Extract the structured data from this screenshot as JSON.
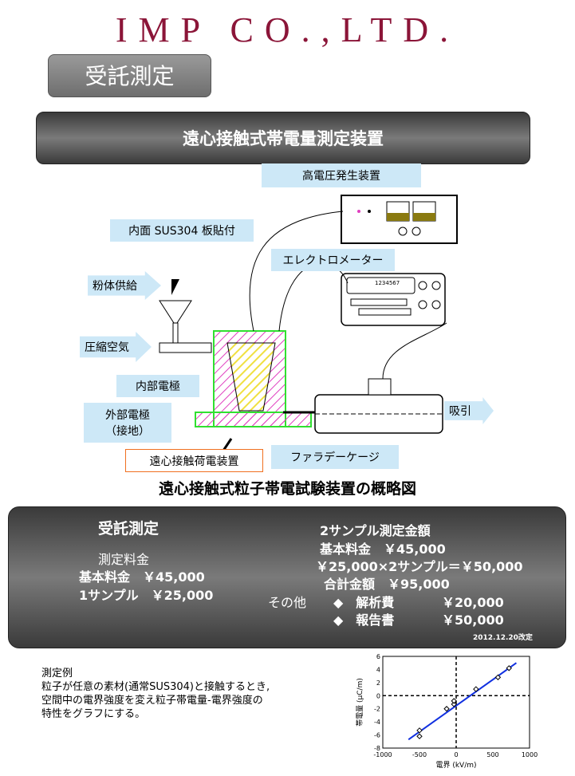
{
  "header": {
    "company": "IMP CO.,LTD.",
    "section_badge": "受託測定"
  },
  "banner": {
    "title": "遠心接触式帯電量測定装置"
  },
  "diagram": {
    "labels": {
      "hv": "高電圧発生装置",
      "inner_plate": "内面 SUS304 板貼付",
      "electrometer": "エレクトロメーター",
      "powder": "粉体供給",
      "air": "圧縮空気",
      "inner_electrode": "内部電極",
      "outer_electrode": "外部電極",
      "outer_electrode_sub": "（接地）",
      "charger": "遠心接触荷電装置",
      "faraday": "ファラデーケージ",
      "suction": "吸引"
    },
    "electrometer_display": "1234567",
    "colors": {
      "label_bg": "#cde8f7",
      "hatch": "#e040c0",
      "cone": "#f0e040",
      "highlight": "#30e030"
    }
  },
  "caption": "遠心接触式粒子帯電試験装置の概略図",
  "pricing": {
    "title": "受託測定",
    "fee_heading": "測定料金",
    "basic_fee": "基本料金　￥45,000",
    "per_sample": "1サンプル　￥25,000",
    "two_sample_heading": "2サンプル測定金額",
    "two_basic": "基本料金　￥45,000",
    "two_calc": "￥25,000×2サンプル＝￥50,000",
    "two_total": "合計金額　￥95,000",
    "other_label": "その他",
    "others": [
      {
        "name": "◆　解析費",
        "price": "￥20,000"
      },
      {
        "name": "◆　報告書",
        "price": "￥50,000"
      }
    ],
    "revised": "2012.12.20改定"
  },
  "example": {
    "lines": [
      "測定例",
      "粒子が任意の素材(通常SUS304)と接触するとき,",
      "空間中の電界強度を変え粒子帯電量-電界強度の",
      "特性をグラフにする。"
    ]
  },
  "chart_data": {
    "type": "scatter",
    "xlabel": "電界 (kV/m)",
    "ylabel": "帯電量 (μC/m)",
    "xlim": [
      -1000,
      1000
    ],
    "ylim": [
      -8,
      6
    ],
    "xticks": [
      -1000,
      -500,
      0,
      500,
      1000
    ],
    "yticks": [
      -8,
      -6,
      -4,
      -2,
      0,
      2,
      4,
      6
    ],
    "points": [
      [
        -500,
        -5.3
      ],
      [
        -500,
        -6.2
      ],
      [
        -130,
        -2
      ],
      [
        -30,
        -1.3
      ],
      [
        -30,
        -0.8
      ],
      [
        270,
        1
      ],
      [
        570,
        2.8
      ],
      [
        720,
        4.2
      ]
    ],
    "fit_line": [
      [
        -650,
        -6.7
      ],
      [
        820,
        5
      ]
    ],
    "colors": {
      "fit": "#1030e0"
    }
  }
}
